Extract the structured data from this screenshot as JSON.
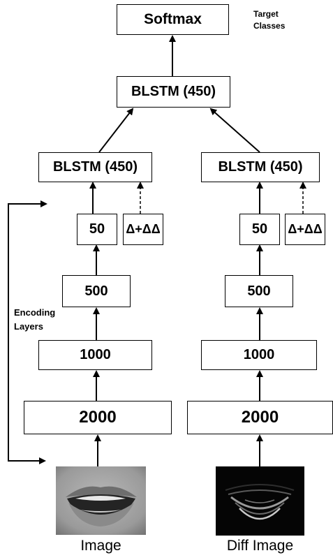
{
  "top": {
    "softmax": "Softmax",
    "target_classes_line1": "Target",
    "target_classes_line2": "Classes",
    "blstm_merge": "BLSTM (450)"
  },
  "left_stream": {
    "blstm": "BLSTM (450)",
    "bottleneck": "50",
    "deltas": "Δ+ΔΔ",
    "layer_500": "500",
    "layer_1000": "1000",
    "layer_2000": "2000",
    "input_caption": "Image"
  },
  "right_stream": {
    "blstm": "BLSTM (450)",
    "bottleneck": "50",
    "deltas": "Δ+ΔΔ",
    "layer_500": "500",
    "layer_1000": "1000",
    "layer_2000": "2000",
    "input_caption": "Diff Image"
  },
  "encoding_label_line1": "Encoding",
  "encoding_label_line2": "Layers"
}
